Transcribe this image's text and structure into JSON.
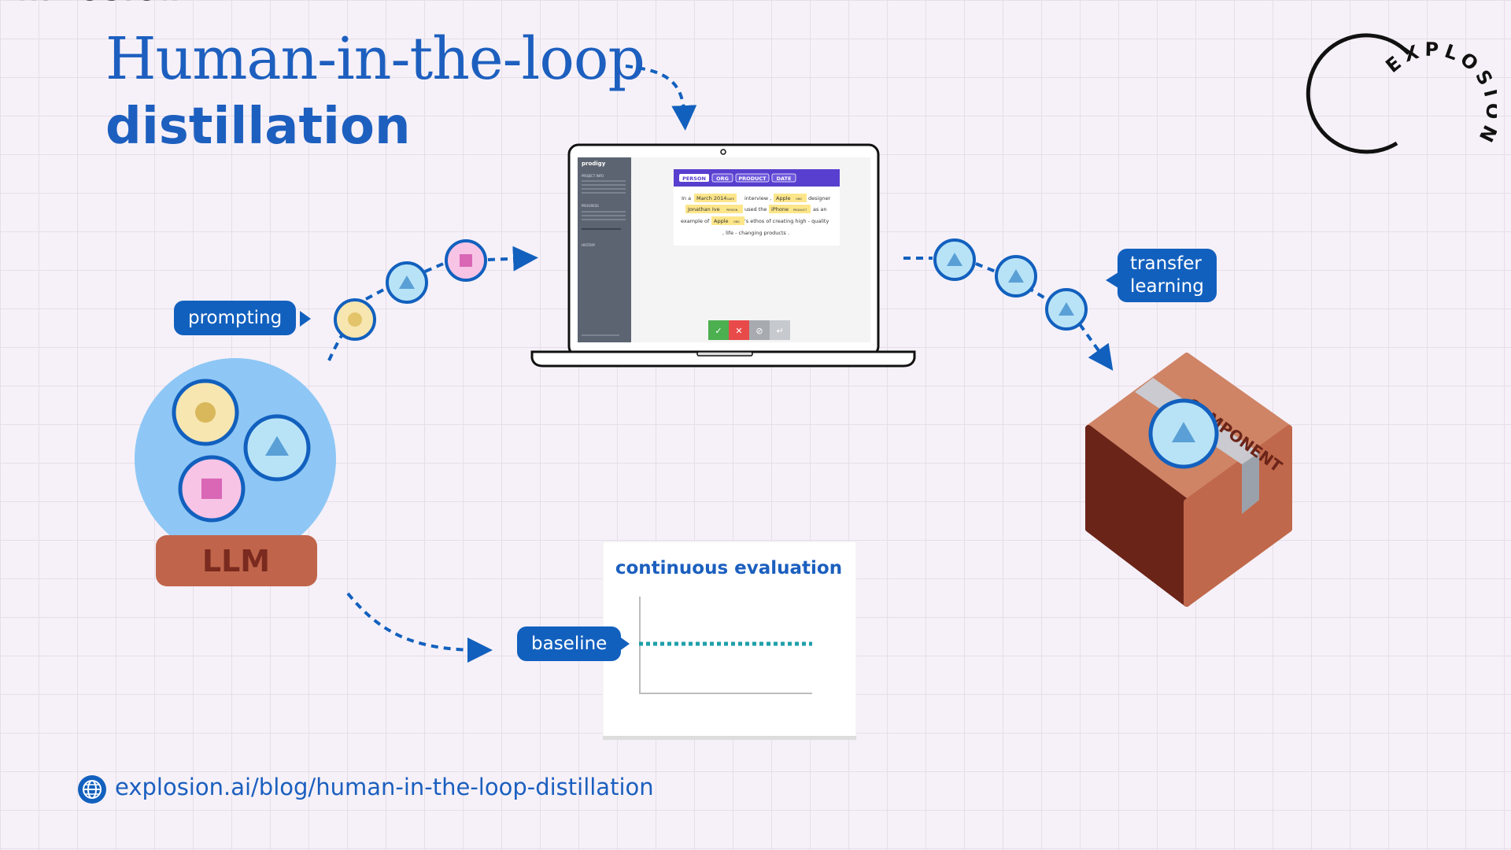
{
  "title": {
    "line1": "Human-in-the-loop",
    "line2": "distillation"
  },
  "logo": {
    "text": "EXPLOSION"
  },
  "labels": {
    "prompting": "prompting",
    "transfer_learning_1": "transfer",
    "transfer_learning_2": "learning",
    "baseline": "baseline",
    "llm": "LLM",
    "component": "COMPONENT",
    "continuous_evaluation": "continuous evaluation"
  },
  "app": {
    "name": "prodigy",
    "sidebar": {
      "project_info": "PROJECT INFO",
      "progress": "PROGRESS",
      "history": "HISTORY"
    },
    "labels": [
      "PERSON",
      "ORG",
      "PRODUCT",
      "DATE"
    ],
    "annotation": {
      "line1": [
        "In a",
        "March 2014",
        "DATE",
        "interview ,",
        "Apple",
        "ORG",
        "designer"
      ],
      "line2": [
        "Jonathan Ive",
        "PERSON",
        "used the",
        "iPhone",
        "PRODUCT",
        "as an"
      ],
      "line3": [
        "example of",
        "Apple",
        "ORG",
        "'s ethos of creating high - quality"
      ],
      "line4": [
        ", life - changing products ."
      ]
    },
    "buttons": {
      "accept": "✓",
      "reject": "✕",
      "ignore": "⊘",
      "undo": "↵"
    }
  },
  "footer": {
    "url": "explosion.ai/blog/human-in-the-loop-distillation"
  },
  "colors": {
    "blue": "#1260be",
    "title": "#1d5fbf",
    "llm_bulb": "#8ec7f5",
    "llm_base": "#c0654b",
    "box": "#c87a5a",
    "entity_highlight": "#fde68a",
    "label_bar": "#583fcf"
  }
}
